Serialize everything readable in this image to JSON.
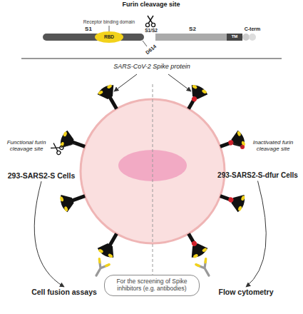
{
  "diagram": {
    "nodes": [
      {
        "text": [
          "293-SARS2-S Cells"
        ]
      },
      {
        "text": [
          "293-SARS2-S-dfur Cells"
        ]
      },
      {
        "text": [
          "Cell fusion assays"
        ]
      },
      {
        "text": [
          "For the screening of Spike inhibitors (e.g. antibodies)"
        ]
      },
      {
        "text": [
          "Flow cytometry"
        ]
      }
    ],
    "edges": [
      {
        "from": 0,
        "to": 2,
        "arrow": "to"
      },
      {
        "from": 1,
        "to": 4,
        "arrow": "to"
      }
    ],
    "labels": [
      "Furin cleavage site",
      "Receptor binding domain",
      "S1",
      "RBD",
      "S1/S2",
      "S2",
      "TM",
      "C-term",
      "D614",
      "SARS-CoV-2 Spike protein",
      "Functional furin cleavage site",
      "Inactivated furin cleavage site"
    ]
  }
}
